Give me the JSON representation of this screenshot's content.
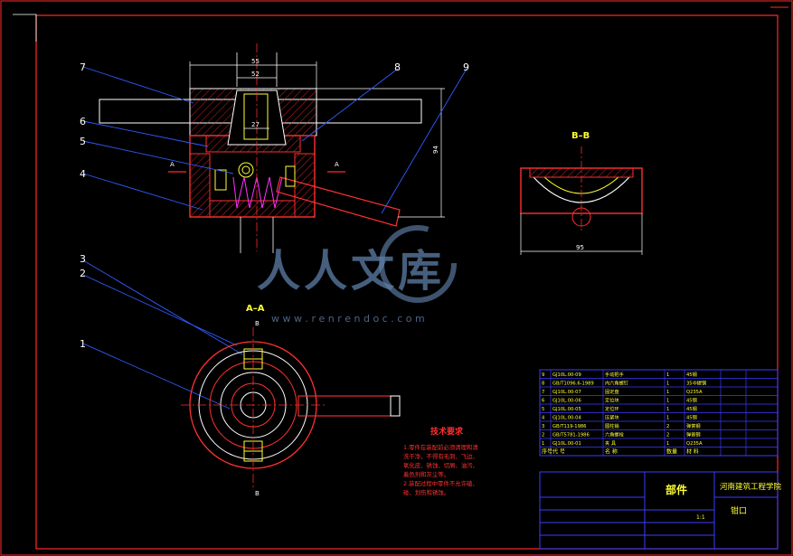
{
  "colors": {
    "background": "#000000",
    "frame": "#ff2a2a",
    "outline": "#ffffff",
    "section": "#ff3030",
    "hatch": "#ff2a2a",
    "dimension": "#ffffff",
    "leader": "#2f5cff",
    "label": "#ffffff",
    "center": "#ff2a2a",
    "spring": "#ff33ff",
    "rivet": "#ffff33",
    "title_text": "#ff3030",
    "table_line": "#3b3bff",
    "table_text": "#ffff33",
    "watermark": "#5f7fa8"
  },
  "drawing": {
    "part_labels": [
      "1",
      "2",
      "3",
      "4",
      "5",
      "6",
      "7",
      "8",
      "9"
    ],
    "dimensions": {
      "top_outer": "55",
      "top_mid": "52",
      "bore": "27",
      "height": "94",
      "bb_width": "95"
    },
    "view_labels": {
      "section_aa": "A–A",
      "section_bb": "B–B",
      "cut_a": "A",
      "cut_b": "B"
    }
  },
  "notes": {
    "title": "技术要求",
    "lines": [
      "1.零件在装配前必须清理和清",
      "洗干净，不得有毛刺、飞边、",
      "氧化皮、锈蚀、切屑、油污、",
      "着色剂和灰尘等。",
      "2.装配过程中零件不允许磕、",
      "碰、划伤和锈蚀。"
    ]
  },
  "bom": {
    "rows": [
      [
        "9",
        "GJ10L.00-09",
        "手动把手",
        "1",
        "45钢"
      ],
      [
        "8",
        "GB/T1096.6-1989",
        "内六角螺钉",
        "1",
        "35中碳钢"
      ],
      [
        "7",
        "GJ10L.00-07",
        "固定盘",
        "1",
        "Q235A"
      ],
      [
        "6",
        "GJ10L.00-06",
        "定位块",
        "1",
        "45钢"
      ],
      [
        "5",
        "GJ10L.00-05",
        "定位环",
        "1",
        "45钢"
      ],
      [
        "4",
        "GJ10L.00-04",
        "压紧块",
        "1",
        "45钢"
      ],
      [
        "3",
        "GB/T119-1986",
        "圆柱销",
        "2",
        "弹簧钢"
      ],
      [
        "2",
        "GB/T5781-1986",
        "六角螺栓",
        "2",
        "弹簧钢"
      ],
      [
        "1",
        "GJ10L.00-01",
        "夹 具",
        "1",
        "Q235A"
      ]
    ],
    "header": [
      "序号",
      "代 号",
      "名 称",
      "数量",
      "材 料"
    ]
  },
  "title_block": {
    "name": "部件",
    "school": "河南建筑工程学院",
    "drawing_no": "钳口",
    "scale_value": "1:1"
  },
  "watermark": {
    "text": "人人文库",
    "url": "w w w . r e n r e n d o c . c o m"
  }
}
